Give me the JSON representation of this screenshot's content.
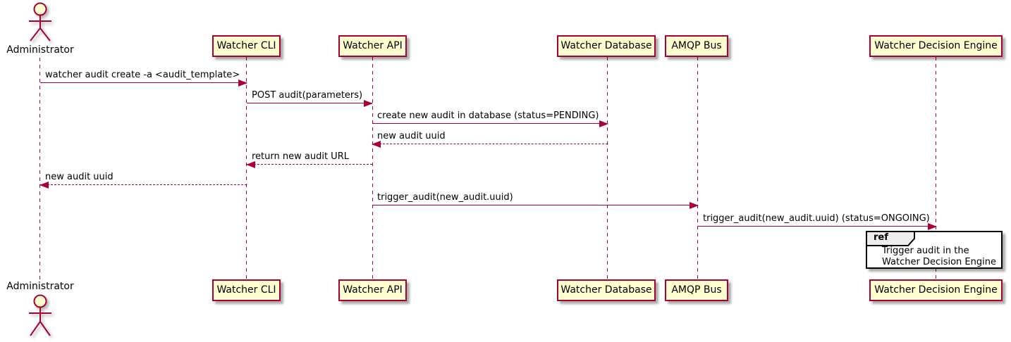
{
  "diagram": {
    "type": "uml-sequence-diagram",
    "colors": {
      "participant_fill": "#FEFECE",
      "stroke": "#A80036",
      "text": "#000000",
      "ref_tab_fill": "#EEEEEE",
      "ref_border": "#000000",
      "background": "#FFFFFF"
    },
    "actor": {
      "name": "Administrator"
    },
    "participants": [
      {
        "name": "Watcher CLI"
      },
      {
        "name": "Watcher API"
      },
      {
        "name": "Watcher Database"
      },
      {
        "name": "AMQP Bus"
      },
      {
        "name": "Watcher Decision Engine"
      }
    ],
    "messages": [
      {
        "from": "Administrator",
        "to": "Watcher CLI",
        "label": "watcher audit create -a <audit_template>",
        "style": "solid"
      },
      {
        "from": "Watcher CLI",
        "to": "Watcher API",
        "label": "POST audit(parameters)",
        "style": "solid"
      },
      {
        "from": "Watcher API",
        "to": "Watcher Database",
        "label": "create new audit in database (status=PENDING)",
        "style": "solid"
      },
      {
        "from": "Watcher Database",
        "to": "Watcher API",
        "label": "new audit uuid",
        "style": "dashed"
      },
      {
        "from": "Watcher API",
        "to": "Watcher CLI",
        "label": "return new audit URL",
        "style": "dashed"
      },
      {
        "from": "Watcher CLI",
        "to": "Administrator",
        "label": "new audit uuid",
        "style": "dashed"
      },
      {
        "from": "Watcher API",
        "to": "AMQP Bus",
        "label": "trigger_audit(new_audit.uuid)",
        "style": "solid"
      },
      {
        "from": "AMQP Bus",
        "to": "Watcher Decision Engine",
        "label": "trigger_audit(new_audit.uuid) (status=ONGOING)",
        "style": "solid"
      }
    ],
    "ref": {
      "keyword": "ref",
      "over": "Watcher Decision Engine",
      "lines": [
        "Trigger audit in the",
        "Watcher Decision Engine"
      ]
    }
  }
}
